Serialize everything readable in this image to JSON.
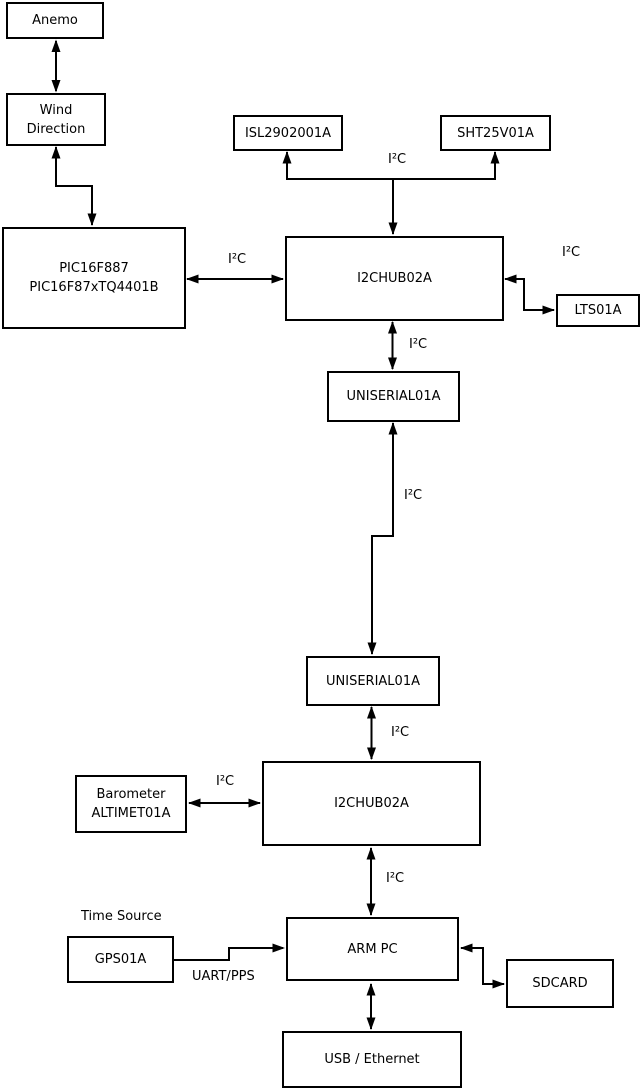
{
  "diagram": {
    "type": "block-diagram",
    "colors": {
      "line": "#000000",
      "box_fill": "#ffffff",
      "background": "#ffffff"
    },
    "nodes": {
      "anemo": {
        "label": "Anemo"
      },
      "wind_direction": {
        "label": "Wind\nDirection"
      },
      "pic": {
        "label": "PIC16F887\nPIC16F87xTQ4401B"
      },
      "isl": {
        "label": "ISL2902001A"
      },
      "sht": {
        "label": "SHT25V01A"
      },
      "hub1": {
        "label": "I2CHUB02A"
      },
      "lts": {
        "label": "LTS01A"
      },
      "uniserial1": {
        "label": "UNISERIAL01A"
      },
      "uniserial2": {
        "label": "UNISERIAL01A"
      },
      "hub2": {
        "label": "I2CHUB02A"
      },
      "barometer": {
        "label": "Barometer\nALTIMET01A"
      },
      "gps": {
        "label": "GPS01A"
      },
      "armpc": {
        "label": "ARM PC"
      },
      "sdcard": {
        "label": "SDCARD"
      },
      "usb": {
        "label": "USB / Ethernet"
      }
    },
    "edge_labels": {
      "i2c_pic_hub1": "I²C",
      "i2c_sensors": "I²C",
      "i2c_lts": "I²C",
      "i2c_hub1_uniserial1": "I²C",
      "i2c_uniserial_link": "I²C",
      "i2c_uniserial2_hub2": "I²C",
      "i2c_barometer": "I²C",
      "i2c_hub2_armpc": "I²C",
      "gps_annotation": "Time Source",
      "uart_pps": "UART/PPS"
    }
  }
}
